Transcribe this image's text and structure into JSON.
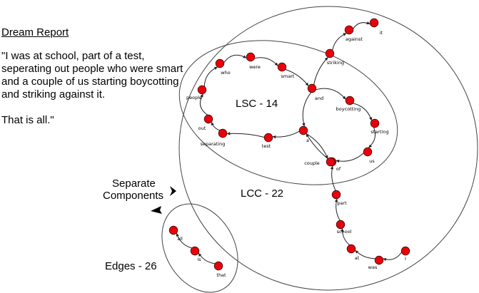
{
  "report": {
    "title": "Dream Report",
    "quote": "\"I was at school, part of a test, seperating out people who were smart and a couple of us starting boycotting and striking against it.",
    "closing": "That is all.\""
  },
  "labels": {
    "lsc": "LSC - 14",
    "lcc": "LCC - 22",
    "separate_line1": "Separate",
    "separate_line2": "Components",
    "edges": "Edges - 26"
  },
  "colors": {
    "node_fill": "#e8000b",
    "node_stroke": "#3a0000",
    "line": "#444444",
    "edge": "#222222"
  },
  "graph": {
    "words": [
      "I",
      "was",
      "at",
      "school",
      "part",
      "of",
      "couple",
      "a",
      "test",
      "separating",
      "out",
      "people",
      "who",
      "were",
      "smart",
      "and",
      "boycotting",
      "starting",
      "us",
      "striking",
      "against",
      "it",
      "that",
      "is",
      "all"
    ],
    "edges": [
      [
        "I",
        "was"
      ],
      [
        "was",
        "at"
      ],
      [
        "at",
        "school"
      ],
      [
        "school",
        "part"
      ],
      [
        "part",
        "of"
      ],
      [
        "of",
        "couple"
      ],
      [
        "couple",
        "a"
      ],
      [
        "a",
        "test"
      ],
      [
        "test",
        "separating"
      ],
      [
        "separating",
        "out"
      ],
      [
        "out",
        "people"
      ],
      [
        "people",
        "who"
      ],
      [
        "who",
        "were"
      ],
      [
        "were",
        "smart"
      ],
      [
        "smart",
        "and"
      ],
      [
        "and",
        "boycotting"
      ],
      [
        "boycotting",
        "starting"
      ],
      [
        "starting",
        "us"
      ],
      [
        "us",
        "of"
      ],
      [
        "and",
        "a"
      ],
      [
        "a",
        "couple"
      ],
      [
        "and",
        "striking"
      ],
      [
        "striking",
        "against"
      ],
      [
        "against",
        "it"
      ],
      [
        "that",
        "is"
      ],
      [
        "is",
        "all"
      ]
    ]
  }
}
